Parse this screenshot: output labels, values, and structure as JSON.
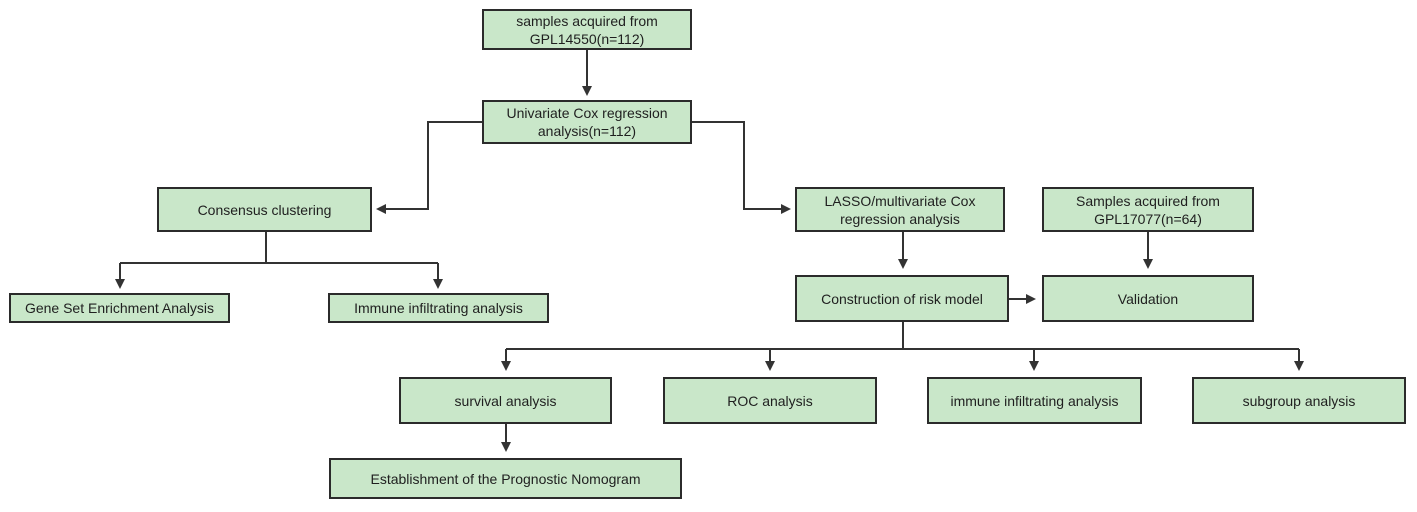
{
  "colors": {
    "box_fill": "#c9e7c9",
    "box_border": "#2b2b2b",
    "connector": "#333333"
  },
  "nodes": {
    "samples_gpl14550": "samples acquired from\nGPL14550(n=112)",
    "univariate_cox": "Univariate Cox regression\nanalysis(n=112)",
    "consensus_clustering": "Consensus clustering",
    "gsea": "Gene Set Enrichment Analysis",
    "immune_infiltrating_1": "Immune infiltrating analysis",
    "lasso_cox": "LASSO/multivariate Cox\nregression analysis",
    "samples_gpl17077": "Samples acquired from\nGPL17077(n=64)",
    "risk_model": "Construction of risk model",
    "validation": "Validation",
    "survival_analysis": "survival analysis",
    "roc_analysis": "ROC analysis",
    "immune_infiltrating_2": "immune infiltrating analysis",
    "subgroup_analysis": "subgroup analysis",
    "nomogram": "Establishment of the Prognostic Nomogram"
  }
}
